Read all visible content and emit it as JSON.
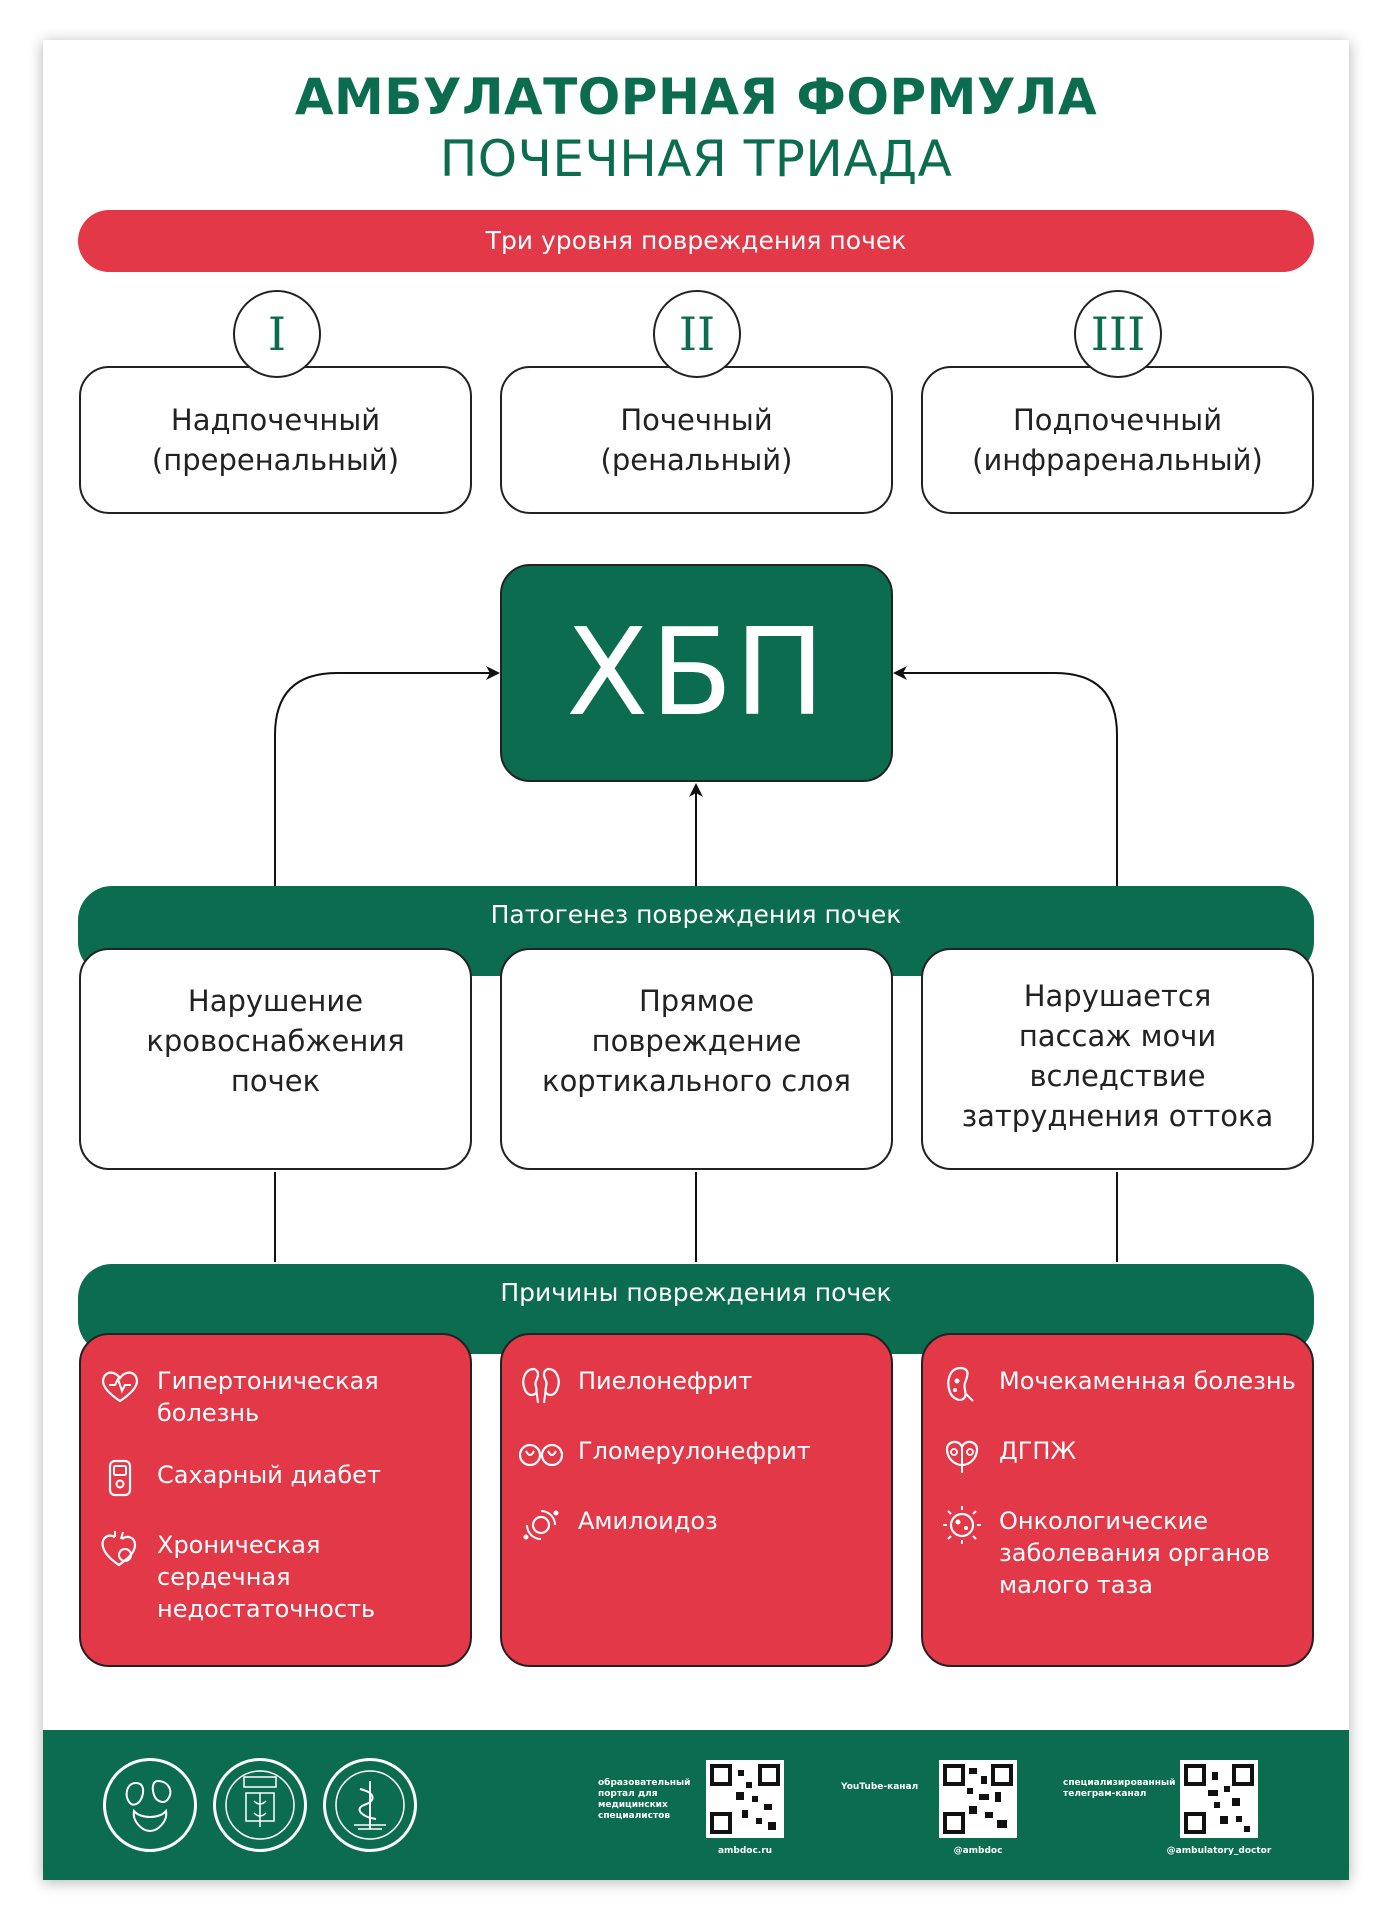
{
  "header": {
    "title": "АМБУЛАТОРНАЯ ФОРМУЛА",
    "subtitle": "ПОЧЕЧНАЯ ТРИАДА"
  },
  "levels": {
    "label": "Три уровня повреждения почек",
    "items": [
      {
        "roman": "I",
        "line1": "Надпочечный",
        "line2": "(преренальный)"
      },
      {
        "roman": "II",
        "line1": "Почечный",
        "line2": "(ренальный)"
      },
      {
        "roman": "III",
        "line1": "Подпочечный",
        "line2": "(инфраренальный)"
      }
    ]
  },
  "center": {
    "label": "ХБП"
  },
  "pathogenesis": {
    "label": "Патогенез повреждения почек",
    "items": [
      {
        "lines": [
          "Нарушение",
          "кровоснабжения",
          "почек"
        ]
      },
      {
        "lines": [
          "Прямое",
          "повреждение",
          "кортикального слоя"
        ]
      },
      {
        "lines": [
          "Нарушается",
          "пассаж мочи",
          "вследствие",
          "затруднения оттока"
        ]
      }
    ]
  },
  "causes": {
    "label": "Причины повреждения почек",
    "columns": [
      {
        "items": [
          {
            "icon": "heart-icon",
            "lines": [
              "Гипертоническая",
              "болезнь"
            ]
          },
          {
            "icon": "glucometer-icon",
            "lines": [
              "Сахарный диабет"
            ]
          },
          {
            "icon": "heart-failure-icon",
            "lines": [
              "Хроническая",
              "сердечная",
              "недостаточность"
            ]
          }
        ]
      },
      {
        "items": [
          {
            "icon": "kidneys-icon",
            "lines": [
              "Пиелонефрит"
            ]
          },
          {
            "icon": "glomerulus-icon",
            "lines": [
              "Гломерулонефрит"
            ]
          },
          {
            "icon": "amyloid-icon",
            "lines": [
              "Амилоидоз"
            ]
          }
        ]
      },
      {
        "items": [
          {
            "icon": "kidney-stone-icon",
            "lines": [
              "Мочекаменная болезнь"
            ]
          },
          {
            "icon": "prostate-icon",
            "lines": [
              "ДГПЖ"
            ]
          },
          {
            "icon": "tumor-icon",
            "lines": [
              "Онкологические",
              "заболевания органов",
              "малого таза"
            ]
          }
        ]
      }
    ]
  },
  "footer": {
    "qr_codes": [
      {
        "label_lines": [
          "образовательный",
          "портал для",
          "медицинских",
          "специалистов"
        ],
        "url": "ambdoc.ru"
      },
      {
        "label_lines": [
          "YouTube-канал"
        ],
        "url": "@ambdoc"
      },
      {
        "label_lines": [
          "специализированный",
          "телеграм-канал"
        ],
        "url": "@ambulatory_doctor"
      }
    ]
  },
  "colors": {
    "green": "#0b6c4f",
    "red": "#e23847",
    "outline": "#222222"
  }
}
